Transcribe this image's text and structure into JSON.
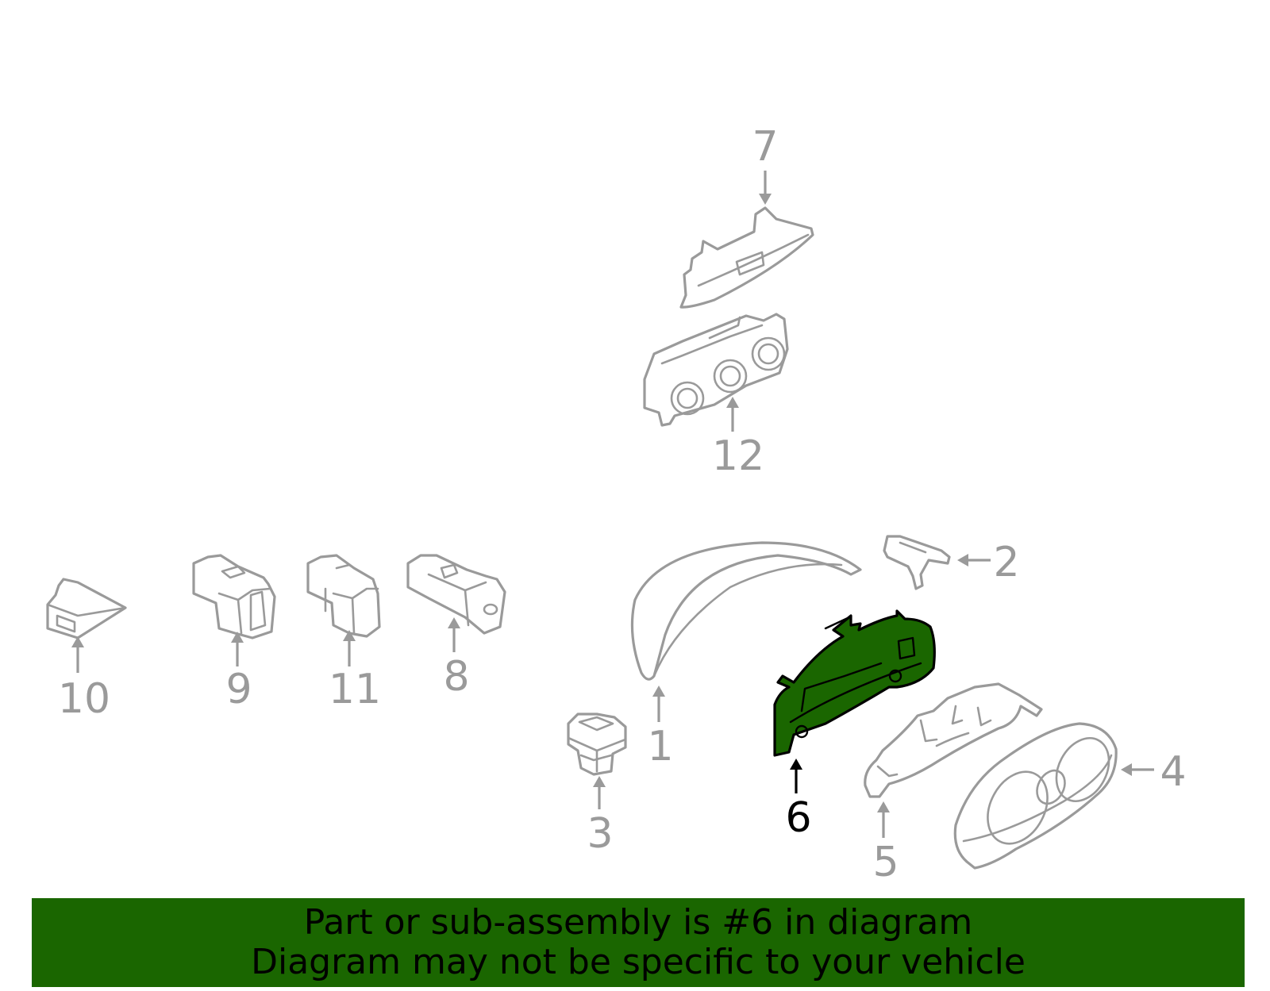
{
  "banner": {
    "line1": "Part or sub-assembly is #6 in diagram",
    "line2": "Diagram may not be specific to your vehicle"
  },
  "callouts": {
    "c1": "1",
    "c2": "2",
    "c3": "3",
    "c4": "4",
    "c5": "5",
    "c6": "6",
    "c7": "7",
    "c8": "8",
    "c9": "9",
    "c10": "10",
    "c11": "11",
    "c12": "12"
  },
  "highlighted_part": "6",
  "colors": {
    "highlight": "#1a6600",
    "part_outline": "#9a9a9a",
    "highlight_outline": "#000000"
  }
}
